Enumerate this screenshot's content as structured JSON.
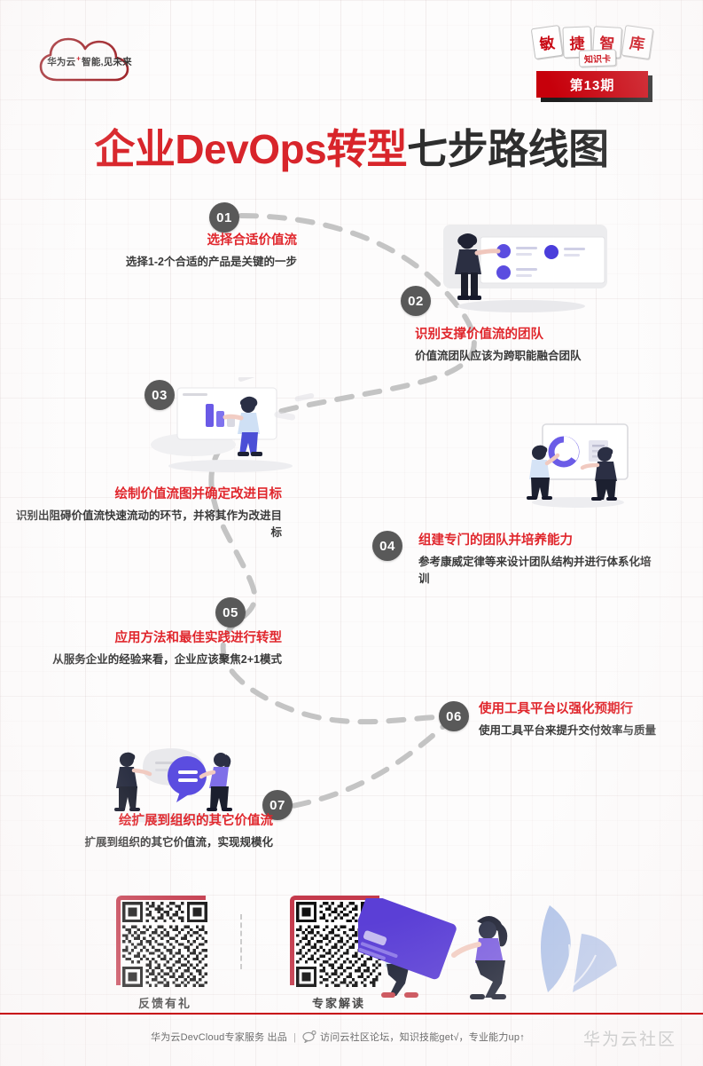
{
  "brand": {
    "logo_name": "华为云",
    "logo_plus": "+",
    "logo_tagline": "智能,见未来",
    "series_chars": [
      "敏",
      "捷",
      "智",
      "库"
    ],
    "series_sub": "知识卡",
    "issue": "第13期"
  },
  "title": {
    "red_part": "企业DevOps转型",
    "dark_part": "七步路线图"
  },
  "steps": [
    {
      "num": "01",
      "title": "选择合适价值流",
      "desc": "选择1-2个合适的产品是关键的一步"
    },
    {
      "num": "02",
      "title": "识别支撑价值流的团队",
      "desc": "价值流团队应该为跨职能融合团队"
    },
    {
      "num": "03",
      "title": "绘制价值流图并确定改进目标",
      "desc": "识别出阻碍价值流快速流动的环节，并将其作为改进目标"
    },
    {
      "num": "04",
      "title": "组建专门的团队并培养能力",
      "desc": "参考康威定律等来设计团队结构并进行体系化培训"
    },
    {
      "num": "05",
      "title": "应用方法和最佳实践进行转型",
      "desc": "从服务企业的经验来看，企业应该聚焦2+1模式"
    },
    {
      "num": "06",
      "title": "使用工具平台以强化预期行",
      "desc": "使用工具平台来提升交付效率与质量"
    },
    {
      "num": "07",
      "title": "绘扩展到组织的其它价值流",
      "desc": "扩展到组织的其它价值流，实现规模化"
    }
  ],
  "qr": {
    "left_label": "反馈有礼",
    "right_label": "专家解读"
  },
  "footer": {
    "producer": "华为云DevCloud专家服务 出品",
    "separator": "|",
    "promo": "访问云社区论坛，知识技能get√，专业能力up↑",
    "watermark": "华为云社区"
  },
  "colors": {
    "brand_red": "#c7000b",
    "title_red": "#d8252b",
    "title_dark": "#2e2e2e",
    "step_title_red": "#e0262c",
    "node_gray": "#595959",
    "path_gray": "#c4c4c4",
    "accent_purple": "#5b4de0",
    "illus_blue": "#8fa9e0"
  }
}
